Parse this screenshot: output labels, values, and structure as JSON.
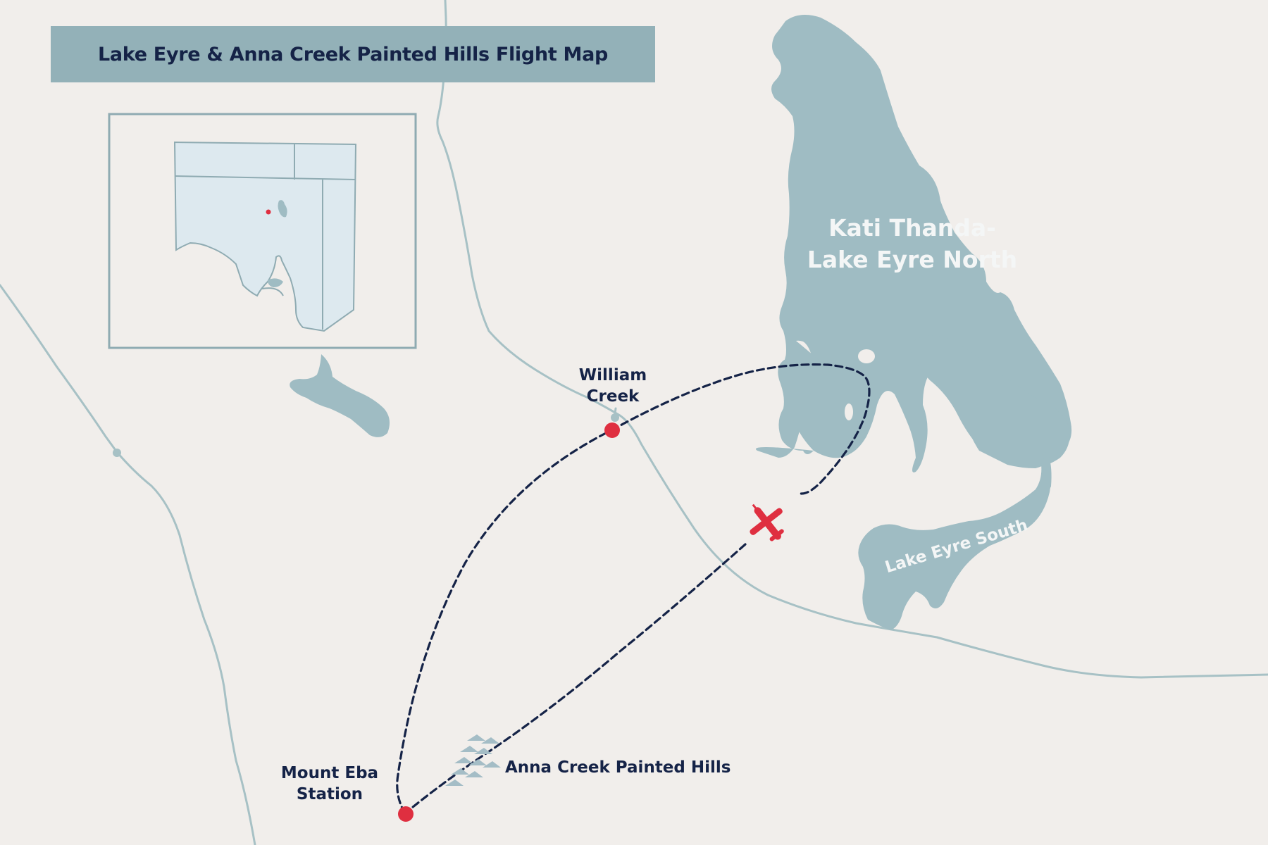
{
  "title": "Lake Eyre & Anna Creek Painted Hills Flight Map",
  "labels": {
    "lake_north_line1": "Kati Thanda-",
    "lake_north_line2": "Lake Eyre North",
    "lake_south": "Lake Eyre South",
    "william_creek_line1": "William",
    "william_creek_line2": "Creek",
    "mount_eba_line1": "Mount Eba",
    "mount_eba_line2": "Station",
    "painted_hills": "Anna Creek Painted Hills"
  },
  "colors": {
    "background": "#f1eeeb",
    "water": "#9fbcc3",
    "river": "#a7c1c5",
    "banner": "#93b1b8",
    "text_dark": "#152347",
    "marker_red": "#df2f40",
    "route": "#152347",
    "inset_fill": "#dde9ef",
    "inset_border": "#8fabb2"
  },
  "icons": {
    "plane": "plane-icon",
    "hills": "mountains-icon",
    "marker": "location-dot-icon"
  }
}
